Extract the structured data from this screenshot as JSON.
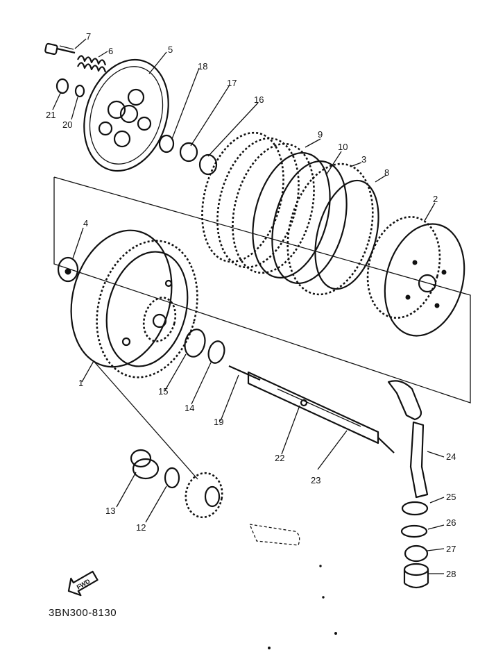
{
  "diagram": {
    "code": "3BN300-8130",
    "direction_badge": "FWD",
    "callouts": [
      "1",
      "2",
      "3",
      "4",
      "5",
      "6",
      "7",
      "8",
      "9",
      "10",
      "12",
      "13",
      "14",
      "15",
      "16",
      "17",
      "18",
      "19",
      "20",
      "21",
      "22",
      "23",
      "24",
      "25",
      "26",
      "27",
      "28"
    ]
  },
  "colors": {
    "ink": "#111111",
    "paper": "#ffffff"
  }
}
